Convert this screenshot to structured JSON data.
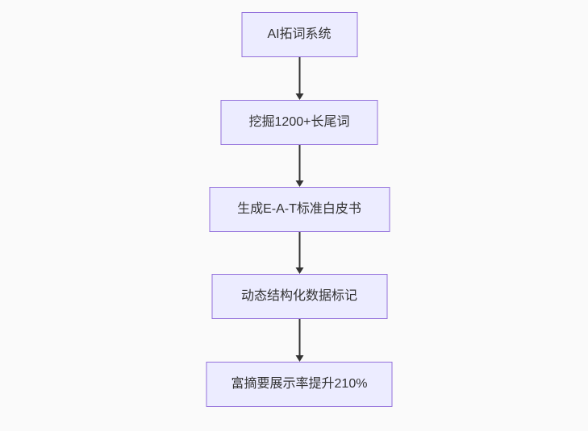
{
  "diagram": {
    "type": "flowchart-top-down",
    "nodes": [
      {
        "id": "step1",
        "label": "AI拓词系统"
      },
      {
        "id": "step2",
        "label": "挖掘1200+长尾词"
      },
      {
        "id": "step3",
        "label": "生成E-A-T标准白皮书"
      },
      {
        "id": "step4",
        "label": "动态结构化数据标记"
      },
      {
        "id": "step5",
        "label": "富摘要展示率提升210%"
      }
    ],
    "edges": [
      {
        "from": "step1",
        "to": "step2"
      },
      {
        "from": "step2",
        "to": "step3"
      },
      {
        "from": "step3",
        "to": "step4"
      },
      {
        "from": "step4",
        "to": "step5"
      }
    ],
    "colors": {
      "node_fill": "#ECECFF",
      "node_border": "#9370DB",
      "node_text": "#333333",
      "arrow": "#333333",
      "background": "#FAFAFA"
    }
  }
}
